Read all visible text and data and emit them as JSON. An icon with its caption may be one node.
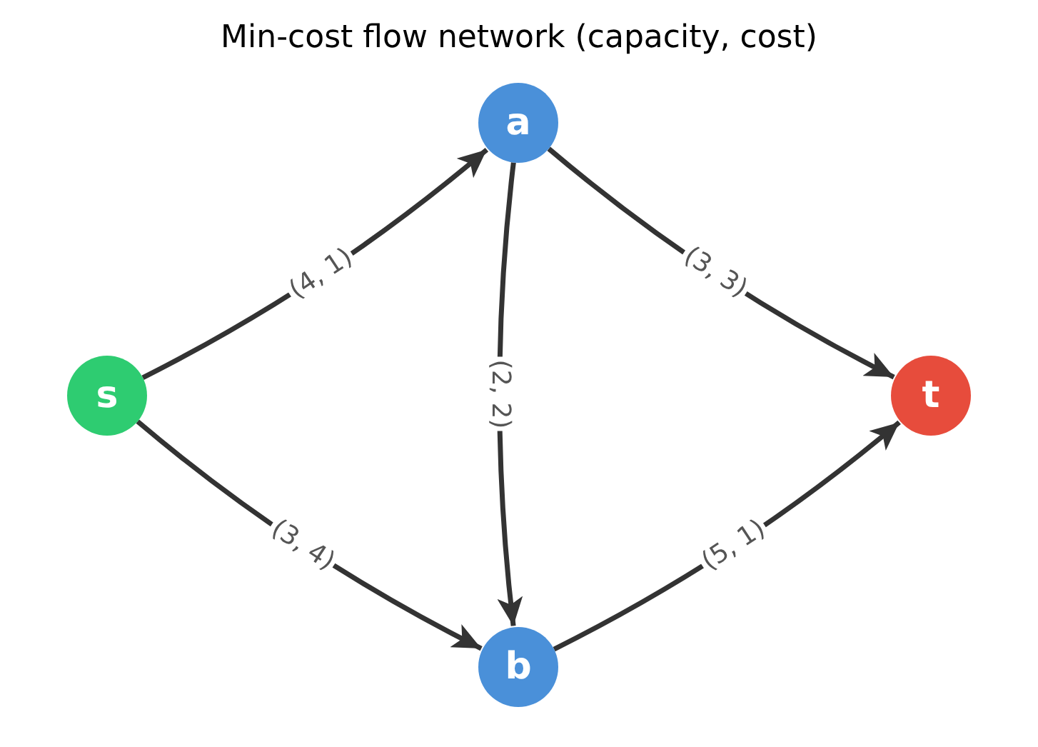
{
  "diagram": {
    "title": "Min-cost flow network (capacity, cost)",
    "nodes": [
      {
        "text": [
          "s"
        ]
      },
      {
        "text": [
          "a"
        ]
      },
      {
        "text": [
          "b"
        ]
      },
      {
        "text": [
          "t"
        ]
      }
    ],
    "edges": [
      {
        "from": 0,
        "to": 1,
        "arrow": "to",
        "label": "(4, 1)"
      },
      {
        "from": 0,
        "to": 2,
        "arrow": "to",
        "label": "(3, 4)"
      },
      {
        "from": 1,
        "to": 2,
        "arrow": "to",
        "label": "(2, 2)"
      },
      {
        "from": 1,
        "to": 3,
        "arrow": "to",
        "label": "(3, 3)"
      },
      {
        "from": 2,
        "to": 3,
        "arrow": "to",
        "label": "(5, 1)"
      }
    ]
  }
}
